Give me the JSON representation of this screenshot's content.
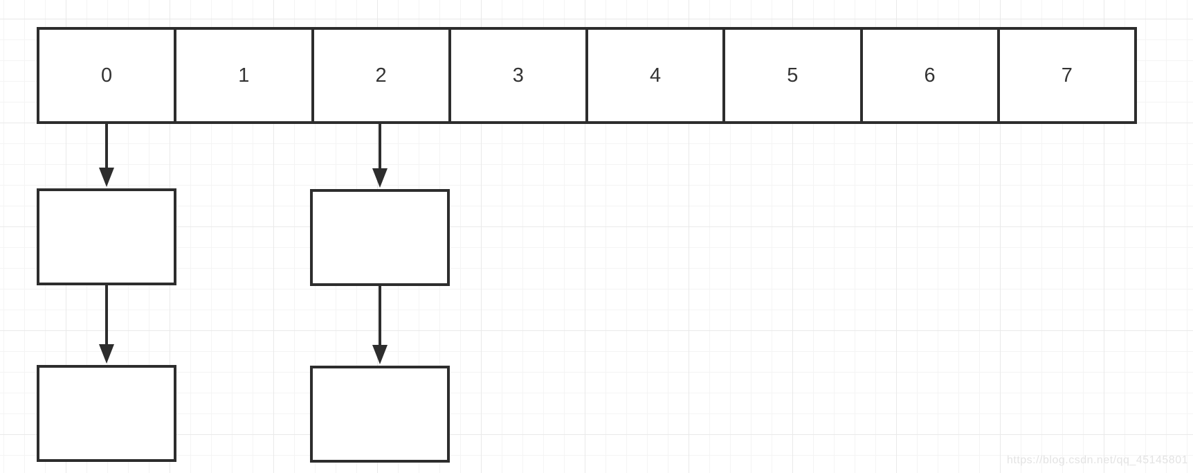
{
  "diagram": {
    "description": "hash table array with separate-chaining nodes",
    "array": {
      "cells": [
        "0",
        "1",
        "2",
        "3",
        "4",
        "5",
        "6",
        "7"
      ]
    },
    "chains": [
      {
        "bucket_index": "0",
        "node_count": 2
      },
      {
        "bucket_index": "2",
        "node_count": 2
      }
    ]
  },
  "watermark": {
    "text": "https://blog.csdn.net/qq_45145801"
  },
  "colors": {
    "stroke": "#2d2d2d",
    "cell_text": "#333333",
    "grid_minor": "#f4f4f4",
    "grid_major": "#e9e9e9",
    "watermark_text": "#e3e3e3",
    "background": "#ffffff"
  }
}
